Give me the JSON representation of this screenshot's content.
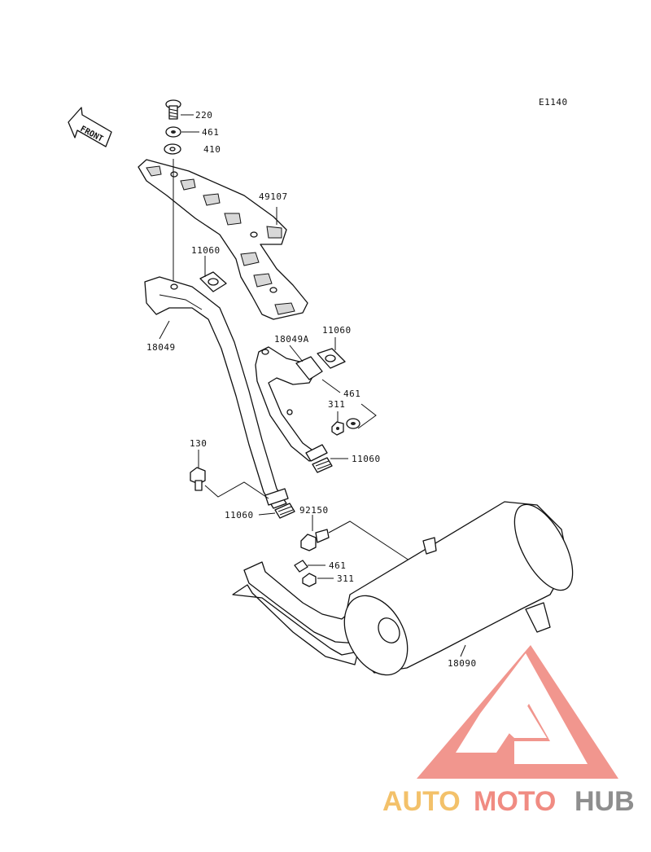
{
  "diagram_code": "E1140",
  "front_label": "FRONT",
  "parts": {
    "p220": "220",
    "p461_top": "461",
    "p410": "410",
    "p49107": "49107",
    "p11060_a": "11060",
    "p18049": "18049",
    "p18049A": "18049A",
    "p11060_b": "11060",
    "p461_mid": "461",
    "p311_mid": "311",
    "p11060_c": "11060",
    "p130": "130",
    "p11060_d": "11060",
    "p92150": "92150",
    "p461_low": "461",
    "p311_low": "311",
    "p18090": "18090"
  },
  "watermark": {
    "auto": "AUTO",
    "moto": "MOTO",
    "hub": "HUB",
    "color_auto": "#f3c16a",
    "color_moto": "#f08b82",
    "color_hub": "#8e8e8e",
    "color_logo": "#f08b82"
  }
}
